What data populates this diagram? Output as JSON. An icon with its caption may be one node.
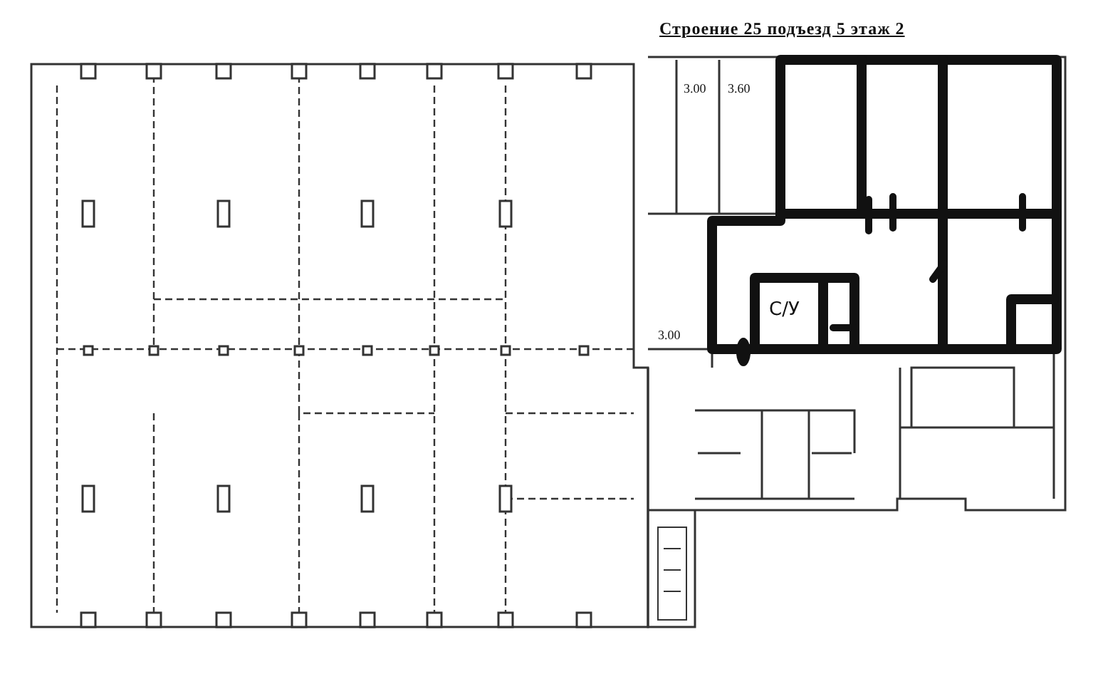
{
  "diagram": {
    "title": "Строение 25  подъезд 5  этаж 2",
    "labels": [
      "3.00",
      "3.60",
      "3.00",
      "С/У"
    ]
  }
}
